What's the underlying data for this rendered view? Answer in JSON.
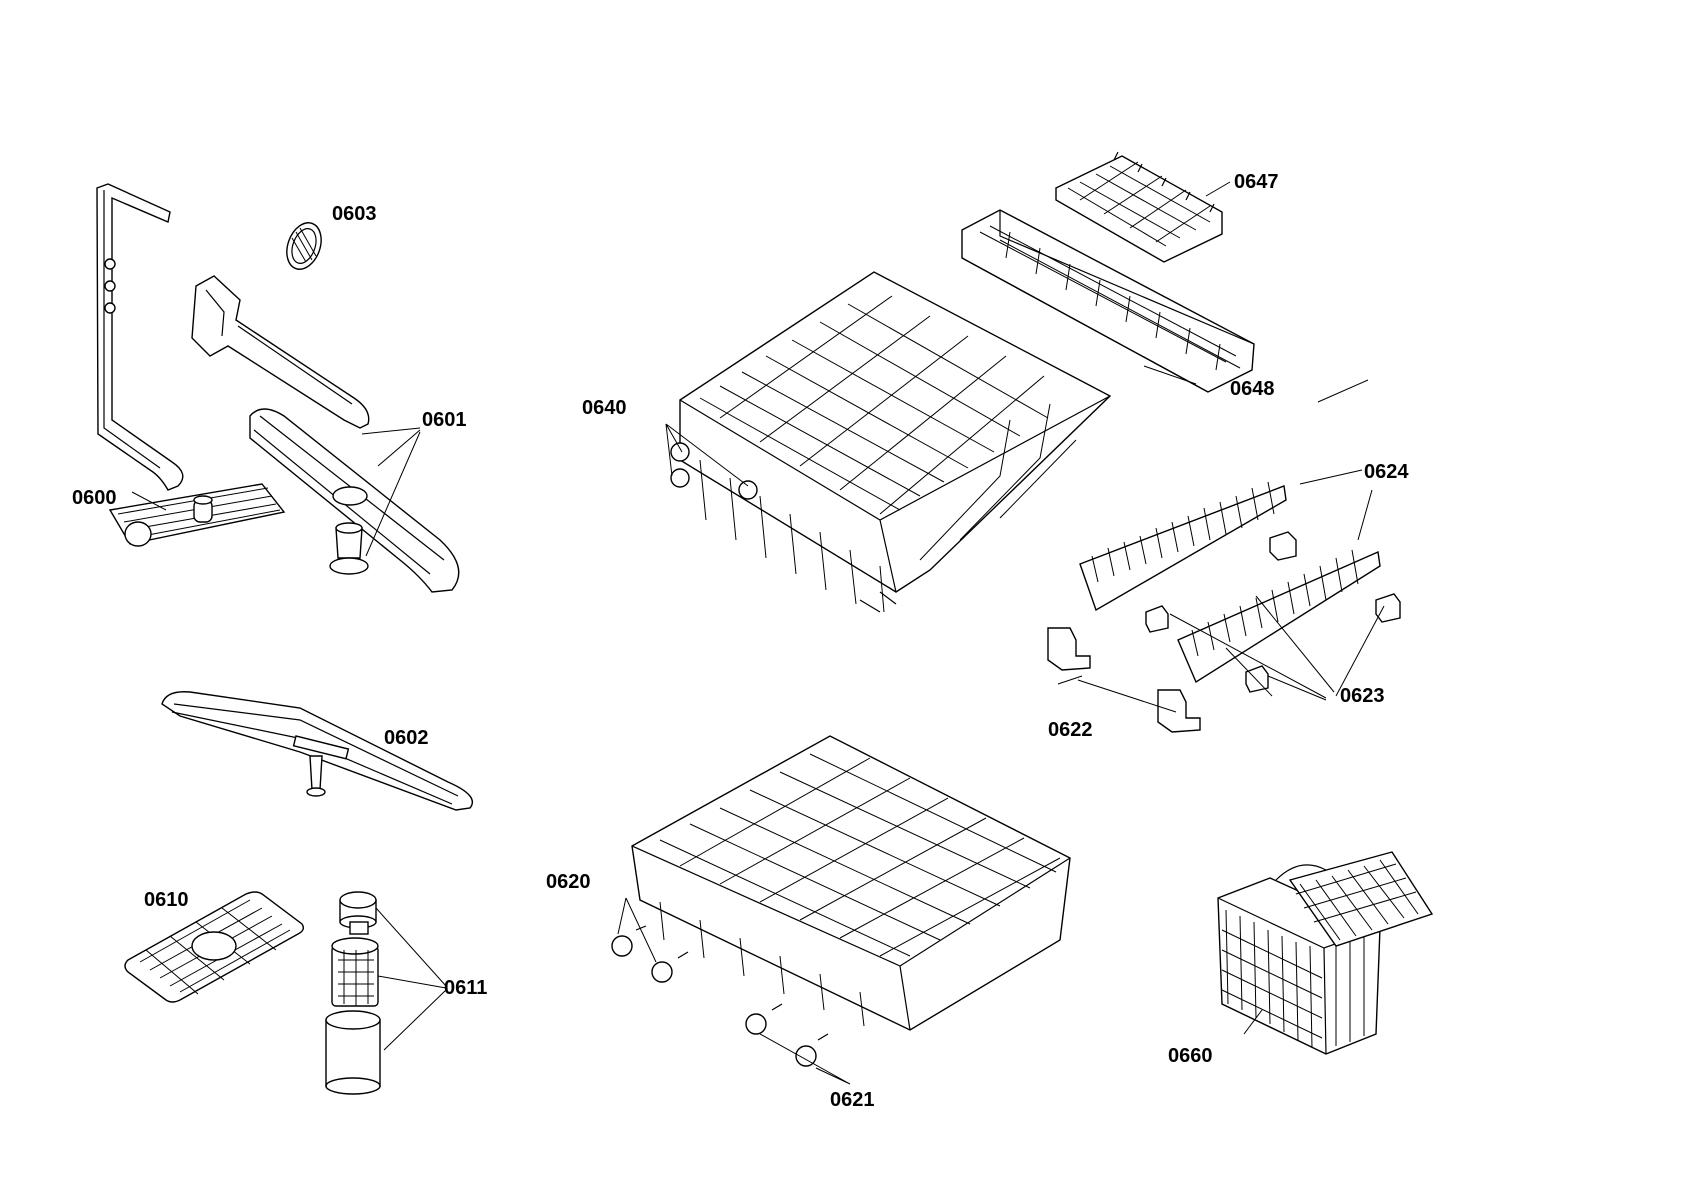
{
  "diagram": {
    "labels": {
      "p0600": "0600",
      "p0601": "0601",
      "p0602": "0602",
      "p0603": "0603",
      "p0610": "0610",
      "p0611": "0611",
      "p0620": "0620",
      "p0621": "0621",
      "p0622": "0622",
      "p0623": "0623",
      "p0624": "0624",
      "p0640": "0640",
      "p0647": "0647",
      "p0648": "0648",
      "p0660": "0660"
    }
  }
}
